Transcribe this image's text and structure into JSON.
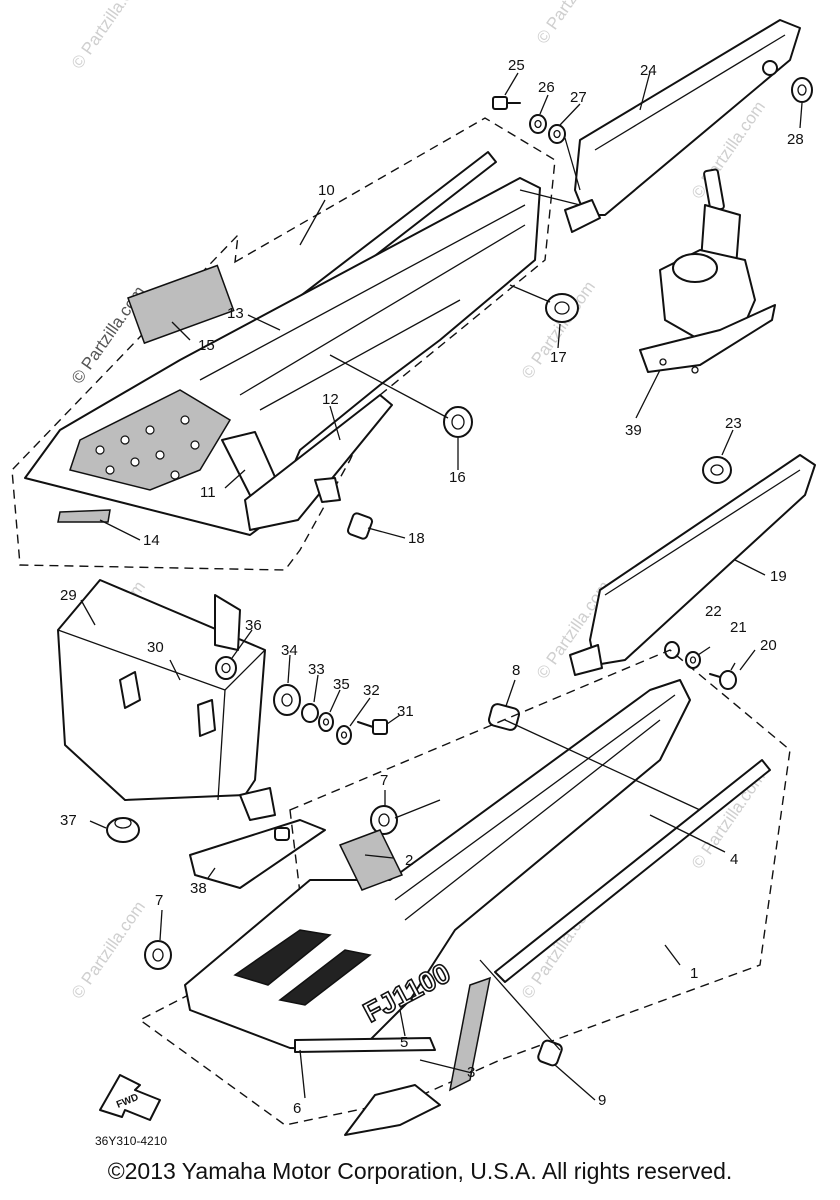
{
  "diagram": {
    "part_numbers": [
      "1",
      "2",
      "3",
      "4",
      "5",
      "6",
      "7",
      "7",
      "8",
      "9",
      "10",
      "11",
      "12",
      "13",
      "14",
      "15",
      "16",
      "17",
      "18",
      "19",
      "20",
      "21",
      "22",
      "23",
      "24",
      "25",
      "26",
      "27",
      "28",
      "29",
      "30",
      "31",
      "32",
      "33",
      "34",
      "35",
      "36",
      "37",
      "38",
      "39"
    ],
    "drawing_code": "36Y310-4210",
    "fwd_label": "FWD",
    "model_badge": "FJ1100",
    "watermark": "© Partzilla.com",
    "copyright": "©2013 Yamaha Motor Corporation, U.S.A. All rights reserved."
  }
}
